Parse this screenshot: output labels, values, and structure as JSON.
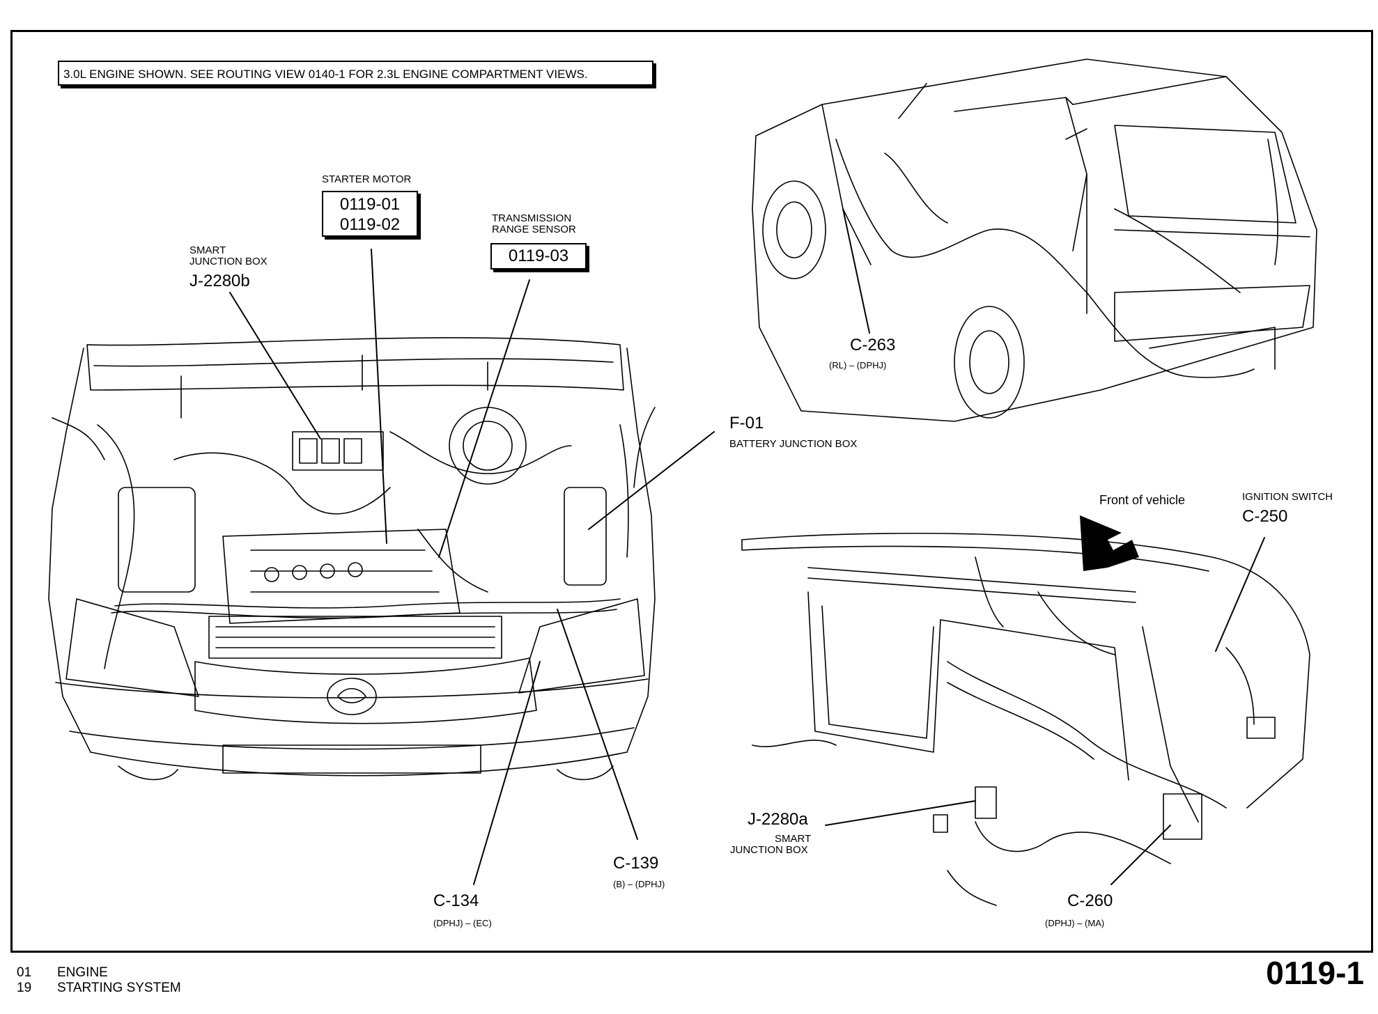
{
  "note": "3.0L ENGINE SHOWN. SEE ROUTING VIEW  0140-1 FOR 2.3L ENGINE COMPARTMENT VIEWS.",
  "components": {
    "starter_motor": {
      "title": "STARTER MOTOR",
      "refs": [
        "0119-01",
        "0119-02"
      ]
    },
    "transmission_range_sensor": {
      "title_line1": "TRANSMISSION",
      "title_line2": "RANGE SENSOR",
      "ref": "0119-03"
    },
    "smart_junction_box_b": {
      "title_line1": "SMART",
      "title_line2": "JUNCTION BOX",
      "id": "J-2280b"
    },
    "battery_junction_box": {
      "id": "F-01",
      "title": "BATTERY JUNCTION BOX"
    },
    "c263": {
      "id": "C-263",
      "detail": "(RL) – (DPHJ)"
    },
    "c139": {
      "id": "C-139",
      "detail": "(B) – (DPHJ)"
    },
    "c134": {
      "id": "C-134",
      "detail": "(DPHJ) – (EC)"
    },
    "c260": {
      "id": "C-260",
      "detail": "(DPHJ) – (MA)"
    },
    "ignition_switch": {
      "title": "IGNITION SWITCH",
      "id": "C-250"
    },
    "smart_junction_box_a": {
      "id": "J-2280a",
      "title_line1": "SMART",
      "title_line2": "JUNCTION BOX"
    },
    "front_of_vehicle": "Front of vehicle"
  },
  "footer": {
    "rows": [
      {
        "code": "01",
        "label": "ENGINE"
      },
      {
        "code": "19",
        "label": "STARTING SYSTEM"
      }
    ],
    "page_id": "0119-1"
  }
}
